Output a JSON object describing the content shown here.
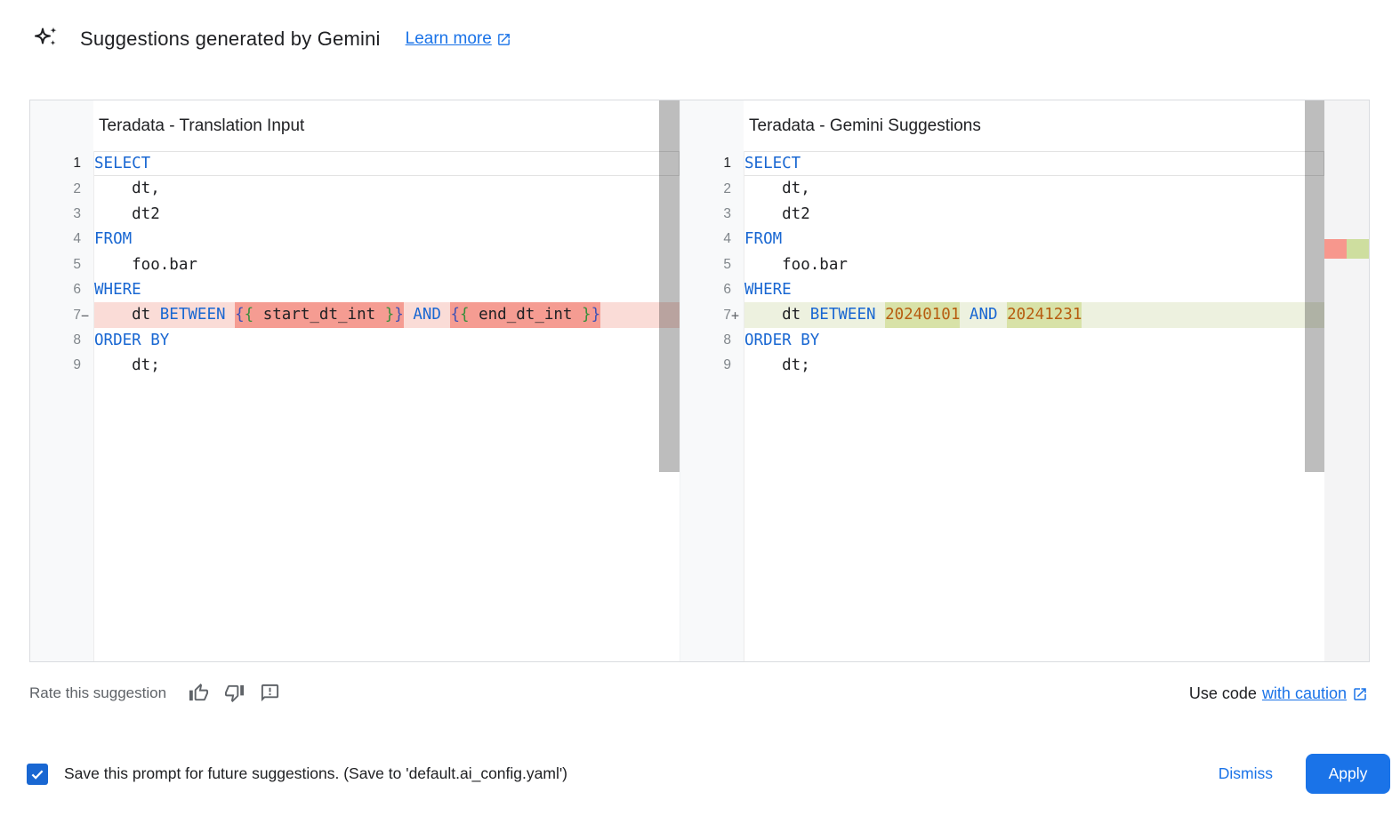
{
  "header": {
    "title": "Suggestions generated by Gemini",
    "learn_more_label": "Learn more"
  },
  "editors": {
    "left": {
      "title": "Teradata - Translation Input",
      "lines": [
        {
          "n": "1",
          "current": true,
          "code": [
            [
              "kw",
              "SELECT"
            ]
          ]
        },
        {
          "n": "2",
          "code": [
            [
              "pl",
              "    dt,"
            ]
          ]
        },
        {
          "n": "3",
          "code": [
            [
              "pl",
              "    dt2"
            ]
          ]
        },
        {
          "n": "4",
          "code": [
            [
              "kw",
              "FROM"
            ]
          ]
        },
        {
          "n": "5",
          "code": [
            [
              "pl",
              "    foo.bar"
            ]
          ]
        },
        {
          "n": "6",
          "code": [
            [
              "kw",
              "WHERE"
            ]
          ]
        },
        {
          "n": "7",
          "marker": "−",
          "diff": "removed",
          "code": [
            [
              "pl",
              "    dt "
            ],
            [
              "kw",
              "BETWEEN"
            ],
            [
              "pl",
              " "
            ],
            [
              "hl",
              [
                [
                  "b1",
                  "{"
                ],
                [
                  "b2",
                  "{"
                ],
                [
                  "pl",
                  " start_dt_int "
                ],
                [
                  "b2",
                  "}"
                ],
                [
                  "b1",
                  "}"
                ]
              ]
            ],
            [
              "pl",
              " "
            ],
            [
              "kw",
              "AND"
            ],
            [
              "pl",
              " "
            ],
            [
              "hl",
              [
                [
                  "b1",
                  "{"
                ],
                [
                  "b2",
                  "{"
                ],
                [
                  "pl",
                  " end_dt_int "
                ],
                [
                  "b2",
                  "}"
                ],
                [
                  "b1",
                  "}"
                ]
              ]
            ]
          ]
        },
        {
          "n": "8",
          "code": [
            [
              "kw",
              "ORDER BY"
            ]
          ]
        },
        {
          "n": "9",
          "code": [
            [
              "pl",
              "    dt;"
            ]
          ]
        }
      ]
    },
    "right": {
      "title": "Teradata - Gemini Suggestions",
      "lines": [
        {
          "n": "1",
          "current": true,
          "code": [
            [
              "kw",
              "SELECT"
            ]
          ]
        },
        {
          "n": "2",
          "code": [
            [
              "pl",
              "    dt,"
            ]
          ]
        },
        {
          "n": "3",
          "code": [
            [
              "pl",
              "    dt2"
            ]
          ]
        },
        {
          "n": "4",
          "code": [
            [
              "kw",
              "FROM"
            ]
          ]
        },
        {
          "n": "5",
          "code": [
            [
              "pl",
              "    foo.bar"
            ]
          ]
        },
        {
          "n": "6",
          "code": [
            [
              "kw",
              "WHERE"
            ]
          ]
        },
        {
          "n": "7",
          "marker": "+",
          "diff": "added",
          "code": [
            [
              "pl",
              "    dt "
            ],
            [
              "kw",
              "BETWEEN"
            ],
            [
              "pl",
              " "
            ],
            [
              "hl",
              [
                [
                  "num",
                  "20240101"
                ]
              ]
            ],
            [
              "pl",
              " "
            ],
            [
              "kw",
              "AND"
            ],
            [
              "pl",
              " "
            ],
            [
              "hl",
              [
                [
                  "num",
                  "20241231"
                ]
              ]
            ]
          ]
        },
        {
          "n": "8",
          "code": [
            [
              "kw",
              "ORDER BY"
            ]
          ]
        },
        {
          "n": "9",
          "code": [
            [
              "pl",
              "    dt;"
            ]
          ]
        }
      ]
    }
  },
  "footer": {
    "rate_label": "Rate this suggestion",
    "use_code_prefix": "Use code",
    "use_code_link": "with caution"
  },
  "bottom_bar": {
    "save_label": "Save this prompt for future suggestions. (Save to 'default.ai_config.yaml')",
    "checkbox_checked": true,
    "dismiss_label": "Dismiss",
    "apply_label": "Apply"
  },
  "colors": {
    "keyword": "#1967d2",
    "literal": "#b75d10",
    "brace_outer": "#3f51b5",
    "brace_inner": "#388e3c",
    "removed_line_bg": "#fadcd7",
    "removed_word_bg": "#f59c92",
    "added_line_bg": "#edf1df",
    "added_word_bg": "#d8e2a8",
    "link": "#1a73e8",
    "apply_button_bg": "#1a73e8"
  }
}
